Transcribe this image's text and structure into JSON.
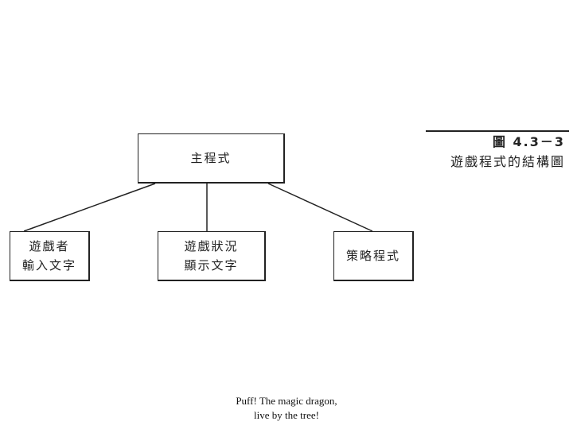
{
  "figure": {
    "number": "圖 4.3－3",
    "title": "遊戲程式的結構圖"
  },
  "nodes": {
    "main": {
      "lines": [
        "主程式"
      ]
    },
    "player_input": {
      "lines": [
        "遊戲者",
        "輸入文字"
      ]
    },
    "status_display": {
      "lines": [
        "遊戲狀況",
        "顯示文字"
      ]
    },
    "strategy": {
      "lines": [
        "策略程式"
      ]
    }
  },
  "edges": [
    {
      "from": "main",
      "to": "player_input"
    },
    {
      "from": "main",
      "to": "status_display"
    },
    {
      "from": "main",
      "to": "strategy"
    }
  ],
  "footer": {
    "line1": "Puff! The magic dragon,",
    "line2": "live by the tree!"
  }
}
